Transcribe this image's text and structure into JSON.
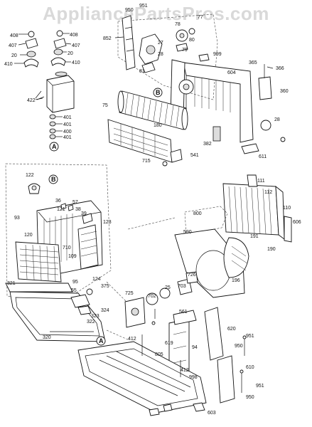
{
  "watermark": "AppliancePartsPros.com",
  "labels": {
    "l408a": "408",
    "l407a": "407",
    "l20a": "20",
    "l410a": "410",
    "l408b": "408",
    "l407b": "407",
    "l20b": "20",
    "l410b": "410",
    "l422": "422",
    "l401a": "401",
    "l401b": "401",
    "l400": "400",
    "l401c": "401",
    "lA1": "A",
    "l950a": "950",
    "l951a": "951",
    "l852": "852",
    "l27": "27",
    "l28a": "28",
    "l81": "81",
    "l78": "78",
    "l80": "80",
    "l79": "79",
    "l77": "77",
    "l999": "999",
    "l604": "604",
    "l365": "365",
    "l366": "366",
    "l360": "360",
    "l28b": "28",
    "lB1": "B",
    "l75": "75",
    "l180": "180",
    "l382": "382",
    "l541": "541",
    "l715": "715",
    "l611": "611",
    "lB2": "B",
    "l122": "122",
    "l36": "36",
    "l121": "121",
    "l57": "57",
    "l38": "38",
    "l39": "39",
    "l93": "93",
    "l123": "123",
    "l120": "120",
    "l710": "710",
    "l109": "109",
    "l124": "124",
    "l95": "95",
    "l55": "55",
    "l321": "321",
    "l375": "375",
    "l324": "324",
    "l323": "323",
    "l322": "322",
    "l320": "320",
    "l111": "111",
    "l112": "112",
    "l110": "110",
    "l606": "606",
    "l800": "800",
    "l590": "590",
    "l191": "191",
    "l190": "190",
    "l196": "196",
    "l726": "726",
    "l25": "25",
    "l703": "703",
    "l702": "702",
    "l725": "725",
    "l561": "561",
    "l620": "620",
    "l94": "94",
    "l619": "619",
    "l805": "805",
    "l412a": "412",
    "l412b": "412",
    "l998": "998",
    "l951b": "951",
    "l950b": "950",
    "l610": "610",
    "l951c": "951",
    "l950c": "950",
    "l603": "603",
    "lA2": "A"
  }
}
